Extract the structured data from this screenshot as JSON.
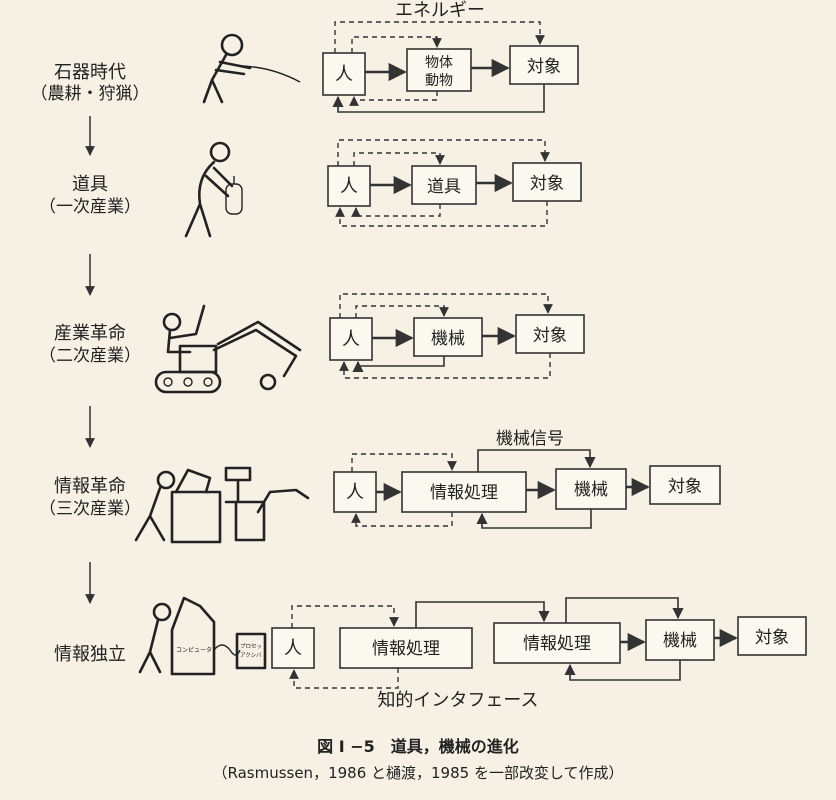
{
  "stages": [
    {
      "name": "石器時代",
      "sub": "（農耕・狩猟）"
    },
    {
      "name": "道具",
      "sub": "（一次産業）"
    },
    {
      "name": "産業革命",
      "sub": "（二次産業）"
    },
    {
      "name": "情報革命",
      "sub": "（三次産業）"
    },
    {
      "name": "情報独立",
      "sub": ""
    }
  ],
  "labels": {
    "energy": "エネルギー",
    "machine_signal": "機械信号",
    "intelligent_interface": "知的インタフェース"
  },
  "boxes": {
    "person": "人",
    "object_animal_line1": "物体",
    "object_animal_line2": "動物",
    "target": "対象",
    "tool": "道具",
    "machine": "機械",
    "info_processing": "情報処理"
  },
  "illustration_text": {
    "computer": "コンピュータ",
    "processor_line1": "プロセッ",
    "processor_line2": "アクシバ"
  },
  "caption": {
    "title": "図 I −5　道具，機械の進化",
    "source": "（Rasmussen，1986 と樋渡，1985 を一部改変して作成）"
  }
}
